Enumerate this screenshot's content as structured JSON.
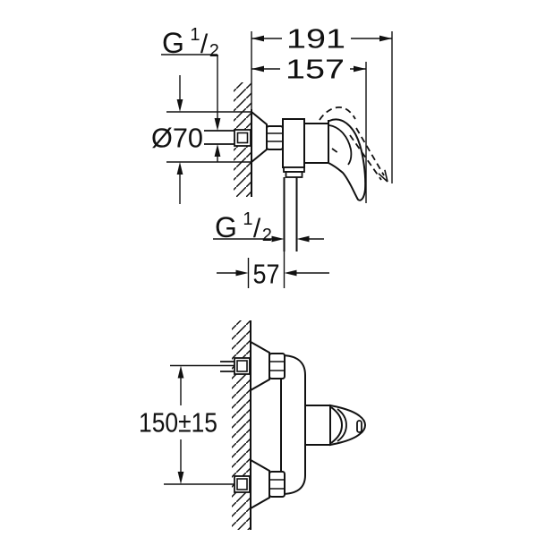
{
  "page": {
    "background": "#ffffff",
    "line_color": "#111111"
  },
  "drawing": {
    "dimensions": {
      "max_projection": "191",
      "body_projection": "157",
      "escutcheon_diameter": "Ø70",
      "outlet_wall_offset": "57",
      "connection_spread": "150±15",
      "thread": {
        "prefix": "G",
        "numerator": "1",
        "slash": "/",
        "denominator": "2"
      }
    }
  }
}
